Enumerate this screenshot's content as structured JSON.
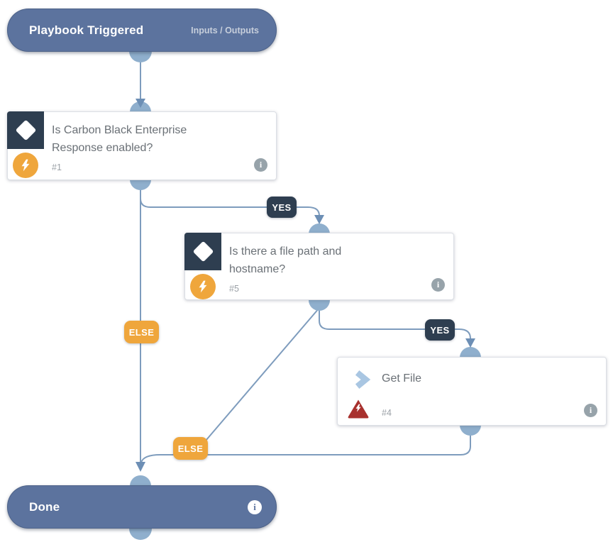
{
  "colors": {
    "slate": "#5c739e",
    "navy": "#2e3e50",
    "orange": "#efa63c",
    "red": "#a8312e",
    "connector": "#8fafcd",
    "line": "#7e9cbd",
    "arrowhead": "#6d8fb5",
    "card-border": "#dcdfe5",
    "title-text": "#6a7076",
    "muted-text": "#9ba1a7",
    "info-gray": "#97a3aa",
    "chevron-blue": "#a9c6e2",
    "io-link": "#c6cedb"
  },
  "icons": {
    "info": "i"
  },
  "trigger": {
    "title": "Playbook Triggered",
    "io_link": "Inputs / Outputs"
  },
  "nodes": {
    "cond1": {
      "title": "Is Carbon Black Enterprise Response enabled?",
      "id": "#1"
    },
    "cond2": {
      "title": "Is there a file path and hostname?",
      "id": "#5"
    },
    "task": {
      "title": "Get File",
      "id": "#4"
    },
    "done": {
      "title": "Done"
    }
  },
  "badges": {
    "yes1": "YES",
    "else1": "ELSE",
    "yes2": "YES",
    "else2": "ELSE"
  }
}
